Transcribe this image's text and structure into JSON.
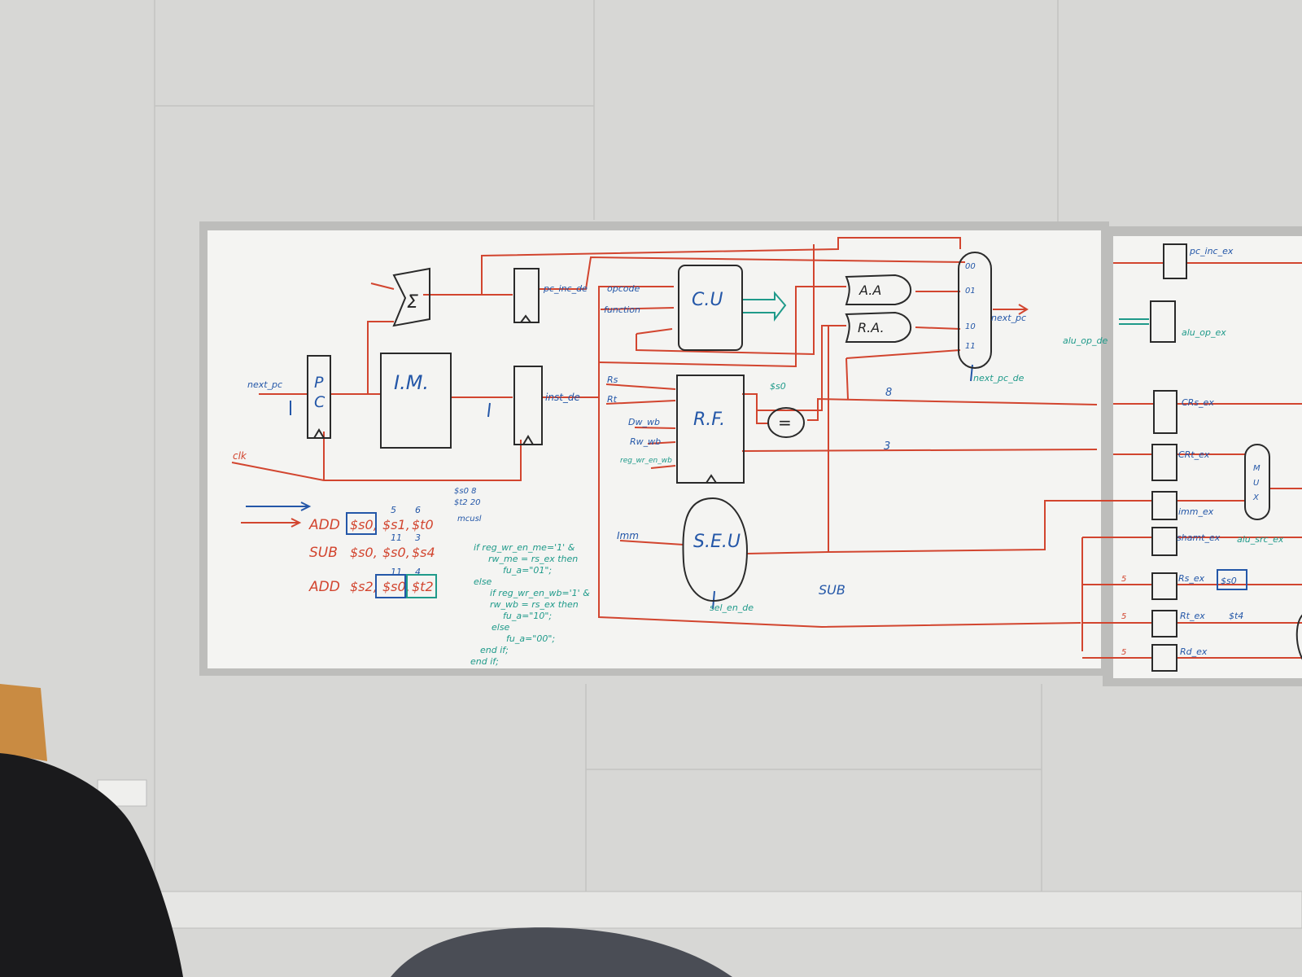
{
  "board_left": {
    "blocks": {
      "pc": "P\nC",
      "im": "I.M.",
      "cu": "C.U",
      "rf": "R.F.",
      "seu": "S.E.U",
      "aa": "A.A",
      "ra": "R.A.",
      "eq": "=",
      "sigma": "Σ"
    },
    "signals": {
      "next_pc_in": "next_pc",
      "clk": "clk",
      "pc_inc_de": "pc_inc_de",
      "inst_de": "inst_de",
      "opcode": "opcode",
      "function": "function",
      "rs": "Rs",
      "rt": "Rt",
      "dw_wb": "Dw_wb",
      "rw_wb": "Rw_wb",
      "reg_wr_en_wb": "reg_wr_en_wb",
      "imm": "Imm",
      "sel_en_de": "sel_en_de",
      "next_pc_out": "next_pc",
      "next_pc_de": "next_pc_de",
      "reg_s0": "$s0",
      "num_8": "8",
      "num_3": "3",
      "sub": "SUB"
    },
    "mux_inputs": [
      "00",
      "01",
      "10",
      "11"
    ],
    "reg_values": [
      "$s0 8",
      "$t2 20",
      "mcusl"
    ],
    "program": [
      {
        "op": "ADD",
        "a": "$s0",
        "b": "$s1",
        "c": "$t0",
        "marks": [
          "5",
          "6"
        ]
      },
      {
        "op": "SUB",
        "a": "$s0",
        "b": "$s0",
        "c": "$s4",
        "marks": [
          "11",
          "3"
        ]
      },
      {
        "op": "ADD",
        "a": "$s2",
        "b": "$s0",
        "c": "$t2",
        "marks": [
          "11",
          "4"
        ]
      }
    ],
    "code": [
      "if reg_wr_en_me='1' &",
      "rw_me = rs_ex then",
      "fu_a=\"01\";",
      "else",
      "if reg_wr_en_wb='1' &",
      "rw_wb = rs_ex then",
      "fu_a=\"10\";",
      "else",
      "fu_a=\"00\";",
      "end if;",
      "end if;"
    ]
  },
  "board_right": {
    "labels": [
      "pc_inc_ex",
      "alu_op_ex",
      "alu_op_de",
      "CRs_ex",
      "CRt_ex",
      "imm_ex",
      "shamt_ex",
      "alu_src_ex",
      "Rs_ex",
      "Rt_ex",
      "Rd_ex",
      "$s0",
      "$t4"
    ],
    "mux": "M\nU\nX",
    "nums": [
      "5",
      "5",
      "5"
    ]
  },
  "colors": {
    "wall": "#d9d9d7",
    "board": "#f3f3f1",
    "red_marker": "#d2452f",
    "blue_marker": "#2457a8",
    "teal_marker": "#1f9a8a"
  }
}
